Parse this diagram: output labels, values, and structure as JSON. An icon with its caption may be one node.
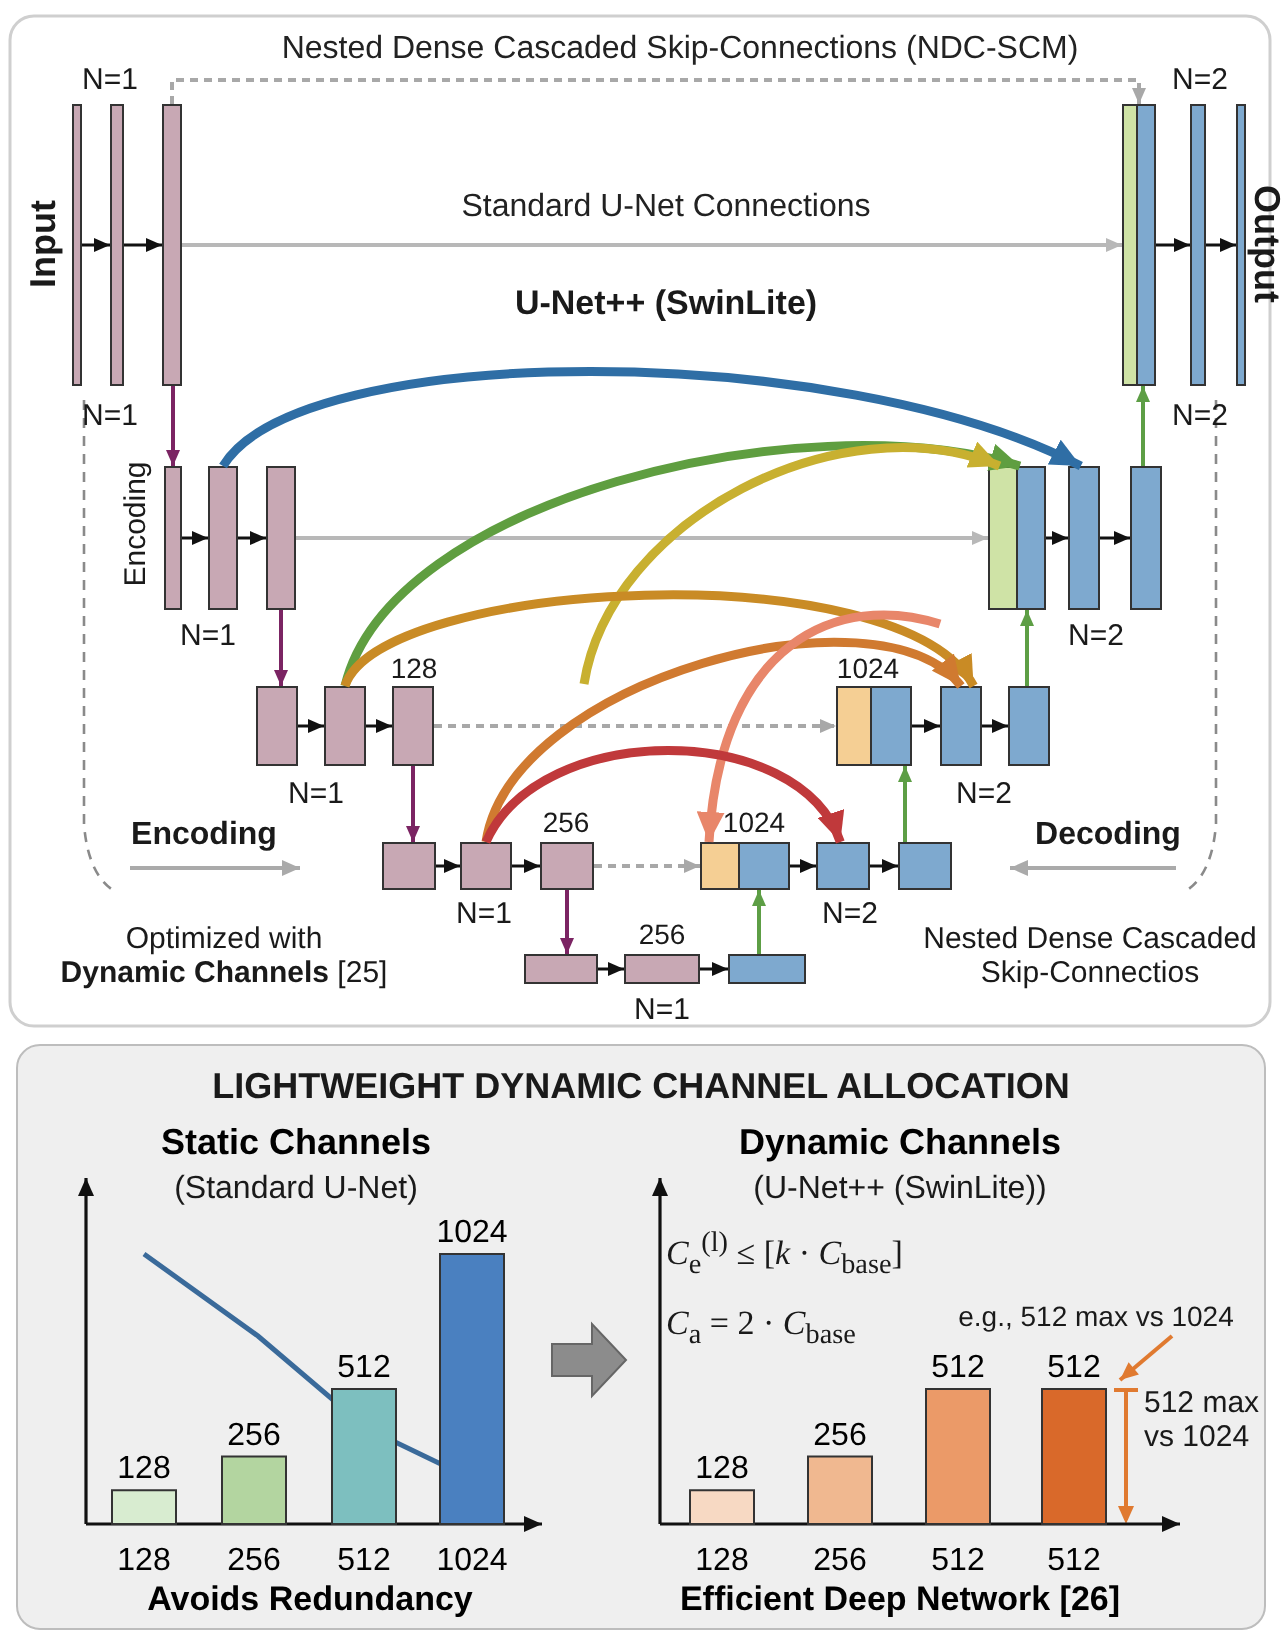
{
  "diagram": {
    "nodes": [
      {
        "text": [],
        "shape": "bar"
      },
      {
        "text": [],
        "shape": "bar"
      },
      {
        "text": [],
        "shape": "bar"
      },
      {
        "text": [],
        "shape": "bar"
      },
      {
        "text": [],
        "shape": "bar"
      },
      {
        "text": [],
        "shape": "bar"
      },
      {
        "text": [],
        "shape": "bar"
      },
      {
        "text": [],
        "shape": "bar"
      },
      {
        "text": [],
        "shape": "bar"
      },
      {
        "text": [],
        "shape": "bar"
      },
      {
        "text": [],
        "shape": "bar"
      },
      {
        "text": [],
        "shape": "bar"
      },
      {
        "text": [],
        "shape": "bar"
      },
      {
        "text": [],
        "shape": "bar"
      },
      {
        "text": [],
        "shape": "bar"
      },
      {
        "text": [],
        "shape": "bar"
      },
      {
        "text": [],
        "shape": "bar"
      },
      {
        "text": [],
        "shape": "bar"
      },
      {
        "text": [],
        "shape": "bar"
      },
      {
        "text": [],
        "shape": "bar"
      },
      {
        "text": [],
        "shape": "bar"
      },
      {
        "text": [],
        "shape": "bar"
      },
      {
        "text": [],
        "shape": "bar"
      },
      {
        "text": [],
        "shape": "bar"
      },
      {
        "text": [],
        "shape": "bar"
      },
      {
        "text": [],
        "shape": "bar"
      },
      {
        "text": [],
        "shape": "bar"
      },
      {
        "text": [
          "LIGHTWEIGHT DYNAMIC CHANNEL ALLOCATION"
        ]
      }
    ],
    "edges": [
      {
        "from": 0,
        "to": 1,
        "arrow": "to"
      },
      {
        "from": 1,
        "to": 2,
        "arrow": "to"
      },
      {
        "from": 2,
        "to": 3,
        "arrow": "to",
        "label": "Nested Dense Cascaded Skip-Connections (NDC-SCM)",
        "style": "dashed",
        "color": "#a8a8a8"
      },
      {
        "from": 2,
        "to": 3,
        "arrow": "to",
        "label": "Standard U-Net Connections",
        "color": "#b8b8b8"
      },
      {
        "from": 3,
        "to": 4,
        "arrow": "to"
      },
      {
        "from": 4,
        "to": 5,
        "arrow": "to"
      },
      {
        "from": 2,
        "to": 6,
        "arrow": "to",
        "color": "#7b2463"
      },
      {
        "from": 6,
        "to": 7,
        "arrow": "to"
      },
      {
        "from": 7,
        "to": 8,
        "arrow": "to"
      },
      {
        "from": 8,
        "to": 9,
        "arrow": "to",
        "color": "#b8b8b8"
      },
      {
        "from": 9,
        "to": 10,
        "arrow": "to"
      },
      {
        "from": 10,
        "to": 11,
        "arrow": "to"
      },
      {
        "from": 11,
        "to": 3,
        "arrow": "to",
        "color": "#5d9e45"
      },
      {
        "from": 7,
        "to": 10,
        "arrow": "to",
        "style": "thick",
        "color": "#2f6ea5"
      },
      {
        "from": 13,
        "to": 9,
        "arrow": "to",
        "style": "thick",
        "color": "#5f9e40"
      },
      {
        "from": null,
        "to": 9,
        "arrow": "to",
        "style": "thick",
        "color": "#c8b030"
      },
      {
        "from": 8,
        "to": 12,
        "arrow": "to",
        "color": "#7b2463"
      },
      {
        "from": 12,
        "to": 13,
        "arrow": "to"
      },
      {
        "from": 13,
        "to": 14,
        "arrow": "to"
      },
      {
        "from": 14,
        "to": 15,
        "arrow": "to",
        "style": "dashed",
        "color": "#a8a8a8"
      },
      {
        "from": 15,
        "to": 16,
        "arrow": "to"
      },
      {
        "from": 16,
        "to": 17,
        "arrow": "to"
      },
      {
        "from": 17,
        "to": 9,
        "arrow": "to",
        "color": "#5d9e45"
      },
      {
        "from": 13,
        "to": 16,
        "arrow": "to",
        "style": "thick",
        "color": "#c98b25"
      },
      {
        "from": 19,
        "to": 16,
        "arrow": "to",
        "style": "thick",
        "color": "#d07a30"
      },
      {
        "from": null,
        "to": 21,
        "arrow": "to",
        "style": "thick",
        "color": "#e8866a"
      },
      {
        "from": 14,
        "to": 18,
        "arrow": "to",
        "color": "#7b2463"
      },
      {
        "from": 18,
        "to": 19,
        "arrow": "to"
      },
      {
        "from": 19,
        "to": 20,
        "arrow": "to"
      },
      {
        "from": 20,
        "to": 21,
        "arrow": "to",
        "style": "dashed",
        "color": "#a8a8a8"
      },
      {
        "from": 21,
        "to": 22,
        "arrow": "to"
      },
      {
        "from": 22,
        "to": 23,
        "arrow": "to"
      },
      {
        "from": 23,
        "to": 15,
        "arrow": "to",
        "color": "#5d9e45"
      },
      {
        "from": 19,
        "to": 22,
        "arrow": "to",
        "style": "thick",
        "color": "#c0393b"
      },
      {
        "from": 20,
        "to": 24,
        "arrow": "to",
        "color": "#7b2463"
      },
      {
        "from": 24,
        "to": 25,
        "arrow": "to"
      },
      {
        "from": 25,
        "to": 26,
        "arrow": "to"
      },
      {
        "from": 26,
        "to": 21,
        "arrow": "to",
        "color": "#5d9e45"
      }
    ],
    "labels": [
      "N=1",
      "Input",
      "N=2",
      "Output",
      "U-Net++ (SwinLite)",
      "N=1",
      "N=2",
      "Encoding",
      "N=1",
      "128",
      "1024",
      "N=2",
      "N=1",
      "N=2",
      "256",
      "1024",
      "Encoding",
      "Decoding",
      "N=1",
      "N=2",
      "Optimized with **Dynamic Channels** [25]",
      "256",
      "Nested Dense Cascaded Skip-Connectios",
      "N=1",
      "(Standard U-Net)",
      "(U-Net++ (SwinLite))",
      "*C*$_{e}$$^{(l)}$ ≤ [*k* · *C*$_{base}$]",
      "*C*$_{a}$ = 2 · *C*$_{base}$"
    ],
    "chart_data": [
      {
        "type": "bar",
        "title": "Static Channels",
        "xlabel": "Avoids Redundancy",
        "categories": [
          "128",
          "256",
          "512",
          "1024"
        ],
        "values": [
          128,
          256,
          512,
          1024
        ],
        "data_labels": true
      },
      {
        "type": "bar",
        "title": "Dynamic Channels",
        "xlabel": "Efficient Deep Network [26]",
        "categories": [
          "128",
          "256",
          "512",
          "512"
        ],
        "values": [
          128,
          256,
          512,
          512
        ],
        "data_labels": true,
        "annotations": [
          "e.g., 512 max vs 1024",
          "512 max vs 1024"
        ]
      }
    ]
  }
}
